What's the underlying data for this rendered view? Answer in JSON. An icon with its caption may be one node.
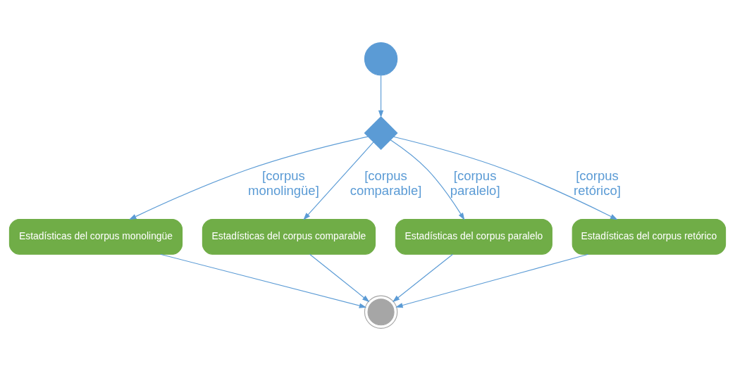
{
  "diagram": {
    "nodes": [
      {
        "text": [],
        "shape": "circle"
      },
      {
        "text": [],
        "shape": "diamond"
      },
      {
        "text": [
          "Estadísticas del corpus monolingüe"
        ]
      },
      {
        "text": [
          "Estadísticas del corpus comparable"
        ]
      },
      {
        "text": [
          "Estadísticas del corpus paralelo"
        ]
      },
      {
        "text": [
          "Estadísticas del corpus retórico"
        ]
      },
      {
        "text": [],
        "shape": "bullseye"
      }
    ],
    "edges": [
      {
        "from": 0,
        "to": 1,
        "arrow": "to"
      },
      {
        "from": 1,
        "to": 2,
        "arrow": "to",
        "label": "[corpus monolingüe]"
      },
      {
        "from": 1,
        "to": 3,
        "arrow": "to",
        "label": "[corpus comparable]"
      },
      {
        "from": 1,
        "to": 4,
        "arrow": "to",
        "label": "[corpus paralelo]"
      },
      {
        "from": 1,
        "to": 5,
        "arrow": "to",
        "label": "[corpus retórico]"
      },
      {
        "from": 2,
        "to": 6,
        "arrow": "to"
      },
      {
        "from": 3,
        "to": 6,
        "arrow": "to"
      },
      {
        "from": 4,
        "to": 6,
        "arrow": "to"
      },
      {
        "from": 5,
        "to": 6,
        "arrow": "to"
      }
    ]
  }
}
